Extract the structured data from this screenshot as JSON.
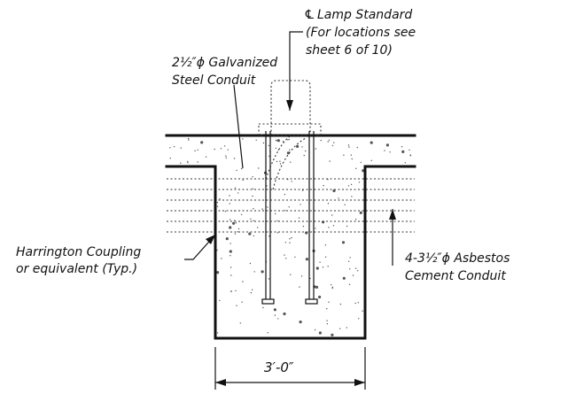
{
  "labels": {
    "lamp_standard": {
      "symbol": "℄",
      "title": "Lamp Standard",
      "line2": "(For locations see",
      "line3": "sheet 6 of 10)"
    },
    "galvanized_conduit": {
      "line1": "2½″ϕ Galvanized",
      "line2": "Steel Conduit"
    },
    "coupling": {
      "line1": "Harrington Coupling",
      "line2": "or equivalent (Typ.)"
    },
    "asbestos_conduit": {
      "line1": "4-3½″ϕ Asbestos",
      "line2": "Cement Conduit"
    },
    "width_dimension": "3′-0″"
  }
}
